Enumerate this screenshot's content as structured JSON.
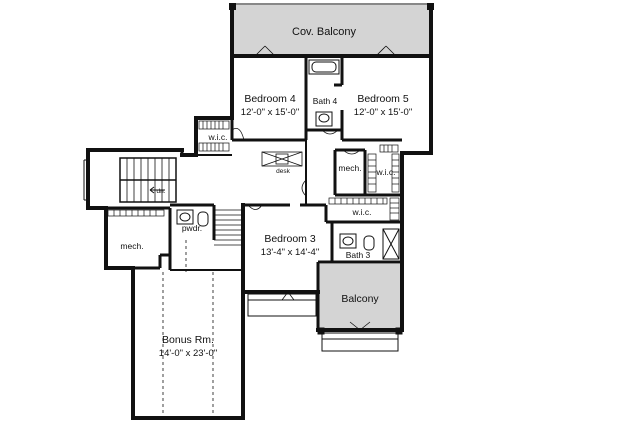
{
  "floor_plan": {
    "rooms": {
      "cov_balcony": {
        "name": "Cov. Balcony"
      },
      "bedroom4": {
        "name": "Bedroom 4",
        "dims": "12'-0\" x 15'-0\""
      },
      "bath4": {
        "name": "Bath 4"
      },
      "bedroom5": {
        "name": "Bedroom 5",
        "dims": "12'-0\" x 15'-0\""
      },
      "wic_left": {
        "name": "w.i.c."
      },
      "desk": {
        "name": "desk"
      },
      "mech_upper": {
        "name": "mech."
      },
      "wic_right": {
        "name": "w.i.c."
      },
      "wic_mid": {
        "name": "w.i.c."
      },
      "bedroom3": {
        "name": "Bedroom 3",
        "dims": "13'-4\" x 14'-4\""
      },
      "bath3": {
        "name": "Bath 3"
      },
      "pwdr": {
        "name": "pwdr."
      },
      "mech_lower": {
        "name": "mech."
      },
      "balcony": {
        "name": "Balcony"
      },
      "bonus": {
        "name": "Bonus Rm.",
        "dims": "14'-0\" x 23'-0\""
      },
      "stair": {
        "name": "dn."
      }
    },
    "colors": {
      "wall": "#111111",
      "balcony_fill": "#d4d4d4",
      "background": "#ffffff"
    }
  }
}
